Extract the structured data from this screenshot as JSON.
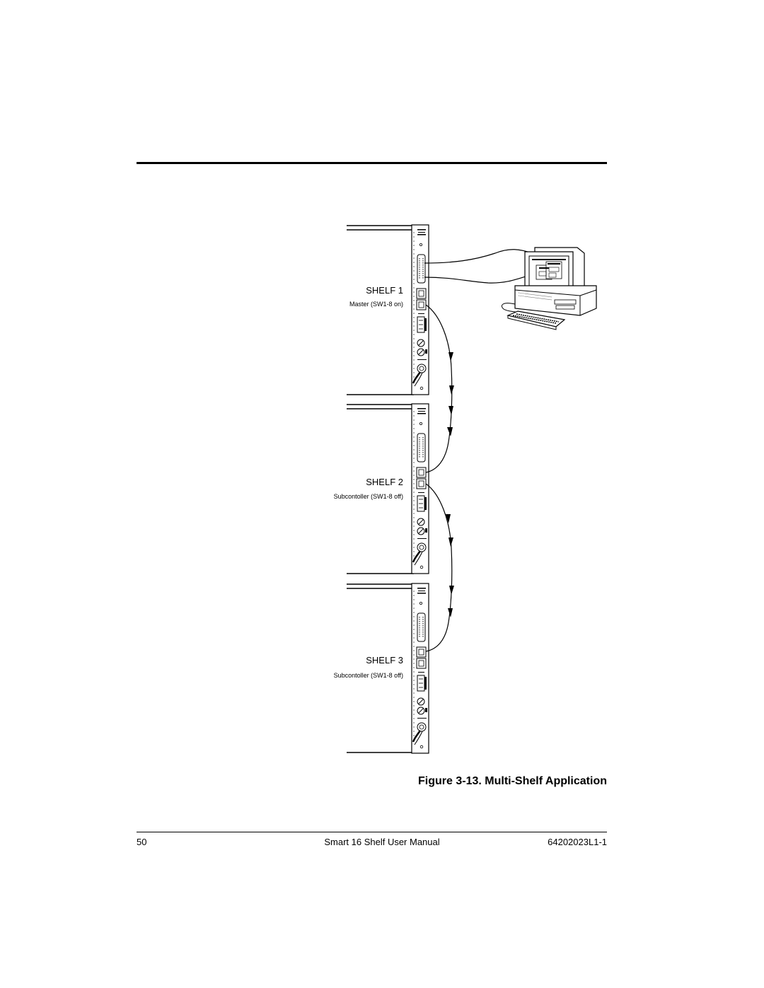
{
  "figure": {
    "shelves": [
      {
        "name": "SHELF 1",
        "role": "Master (SW1-8 on)"
      },
      {
        "name": "SHELF 2",
        "role": "Subcontoller (SW1-8 off)"
      },
      {
        "name": "SHELF 3",
        "role": "Subcontoller (SW1-8 off)"
      }
    ],
    "caption": "Figure 3-13.  Multi-Shelf Application"
  },
  "footer": {
    "page_number": "50",
    "title": "Smart 16 Shelf User Manual",
    "doc_number": "64202023L1-1"
  }
}
